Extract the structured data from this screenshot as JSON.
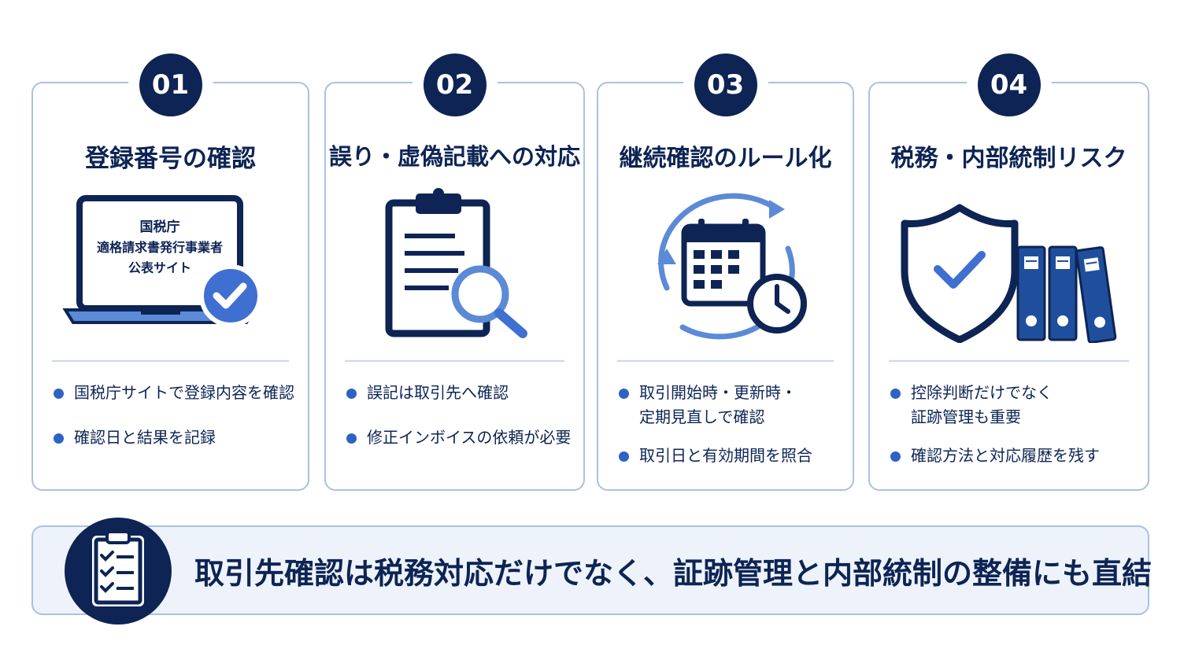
{
  "cards": [
    {
      "number": "01",
      "title": "登録番号の確認",
      "screen_lines": [
        "国税庁",
        "適格請求書発行事業者",
        "公表サイト"
      ],
      "bullets": [
        [
          "国税庁サイトで登録内容を確認"
        ],
        [
          "確認日と結果を記録"
        ]
      ]
    },
    {
      "number": "02",
      "title": "誤り・虚偽記載への対応",
      "bullets": [
        [
          "誤記は取引先へ確認"
        ],
        [
          "修正インボイスの依頼が必要"
        ]
      ]
    },
    {
      "number": "03",
      "title": "継続確認のルール化",
      "bullets": [
        [
          "取引開始時・更新時・",
          "定期見直しで確認"
        ],
        [
          "取引日と有効期間を照合"
        ]
      ]
    },
    {
      "number": "04",
      "title": "税務・内部統制リスク",
      "bullets": [
        [
          "控除判断だけでなく",
          "証跡管理も重要"
        ],
        [
          "確認方法と対応履歴を残す"
        ]
      ]
    }
  ],
  "banner": {
    "text": "取引先確認は税務対応だけでなく、証跡管理と内部統制の整備にも直結"
  },
  "colors": {
    "navy": "#0d2454",
    "accent_blue": "#2e62c4",
    "light_blue": "#5b8ad6",
    "border": "#a9c1e3"
  },
  "icons": [
    "laptop-check-icon",
    "clipboard-magnifier-icon",
    "calendar-cycle-icon",
    "shield-binders-icon",
    "checklist-clipboard-icon"
  ]
}
